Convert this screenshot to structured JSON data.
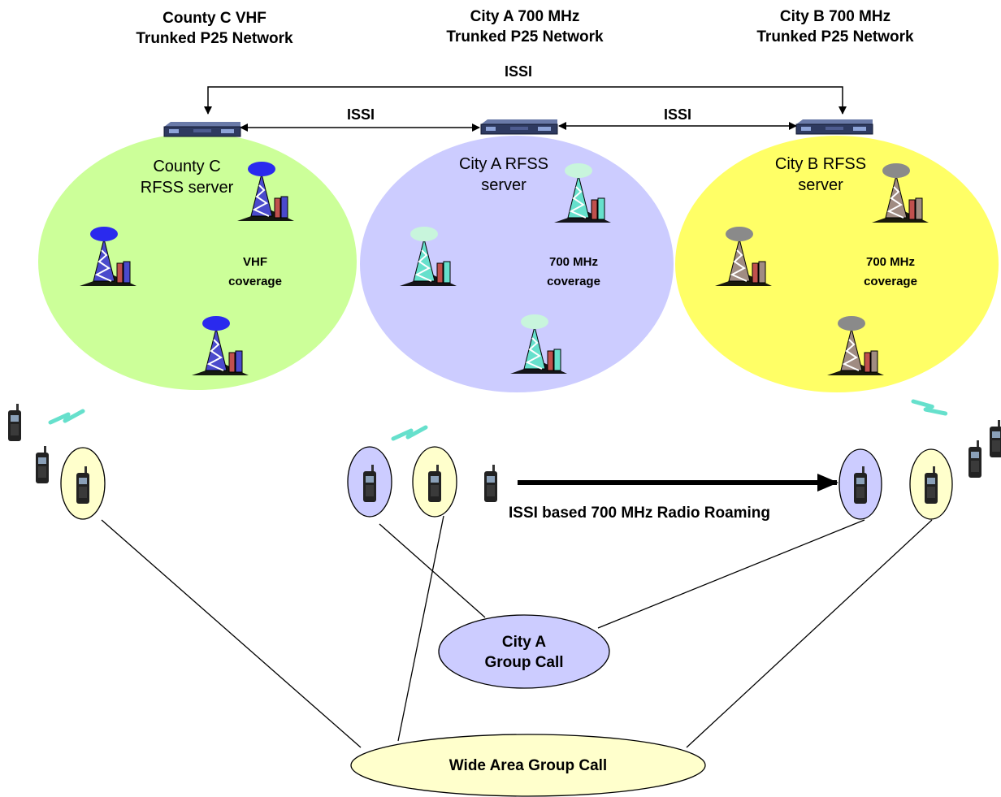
{
  "headers": {
    "county_c": "County C VHF\nTrunked P25 Network",
    "city_a": "City A 700 MHz\nTrunked P25 Network",
    "city_b": "City B 700 MHz\nTrunked P25 Network"
  },
  "links": {
    "issi_top": "ISSI",
    "issi_left": "ISSI",
    "issi_right": "ISSI"
  },
  "servers": {
    "county_c": "County C\nRFSS server",
    "city_a": "City A RFSS\nserver",
    "city_b": "City B RFSS\nserver"
  },
  "coverage": {
    "county_c": "VHF\ncoverage",
    "city_a": "700 MHz\ncoverage",
    "city_b": "700 MHz\ncoverage"
  },
  "roaming": "ISSI based 700 MHz Radio Roaming",
  "calls": {
    "city_a": "City A\nGroup Call",
    "wide_area": "Wide Area Group Call"
  },
  "colors": {
    "county_c_coverage": "#ccff99",
    "city_a_coverage": "#ccccff",
    "city_b_coverage": "#ffff66",
    "call_bubble": "#ffffcc",
    "city_a_call": "#ccccff",
    "wireless_link": "#66e0cc"
  },
  "icons": [
    "server-icon",
    "radio-tower-icon",
    "handheld-radio-icon",
    "wireless-link-icon"
  ]
}
